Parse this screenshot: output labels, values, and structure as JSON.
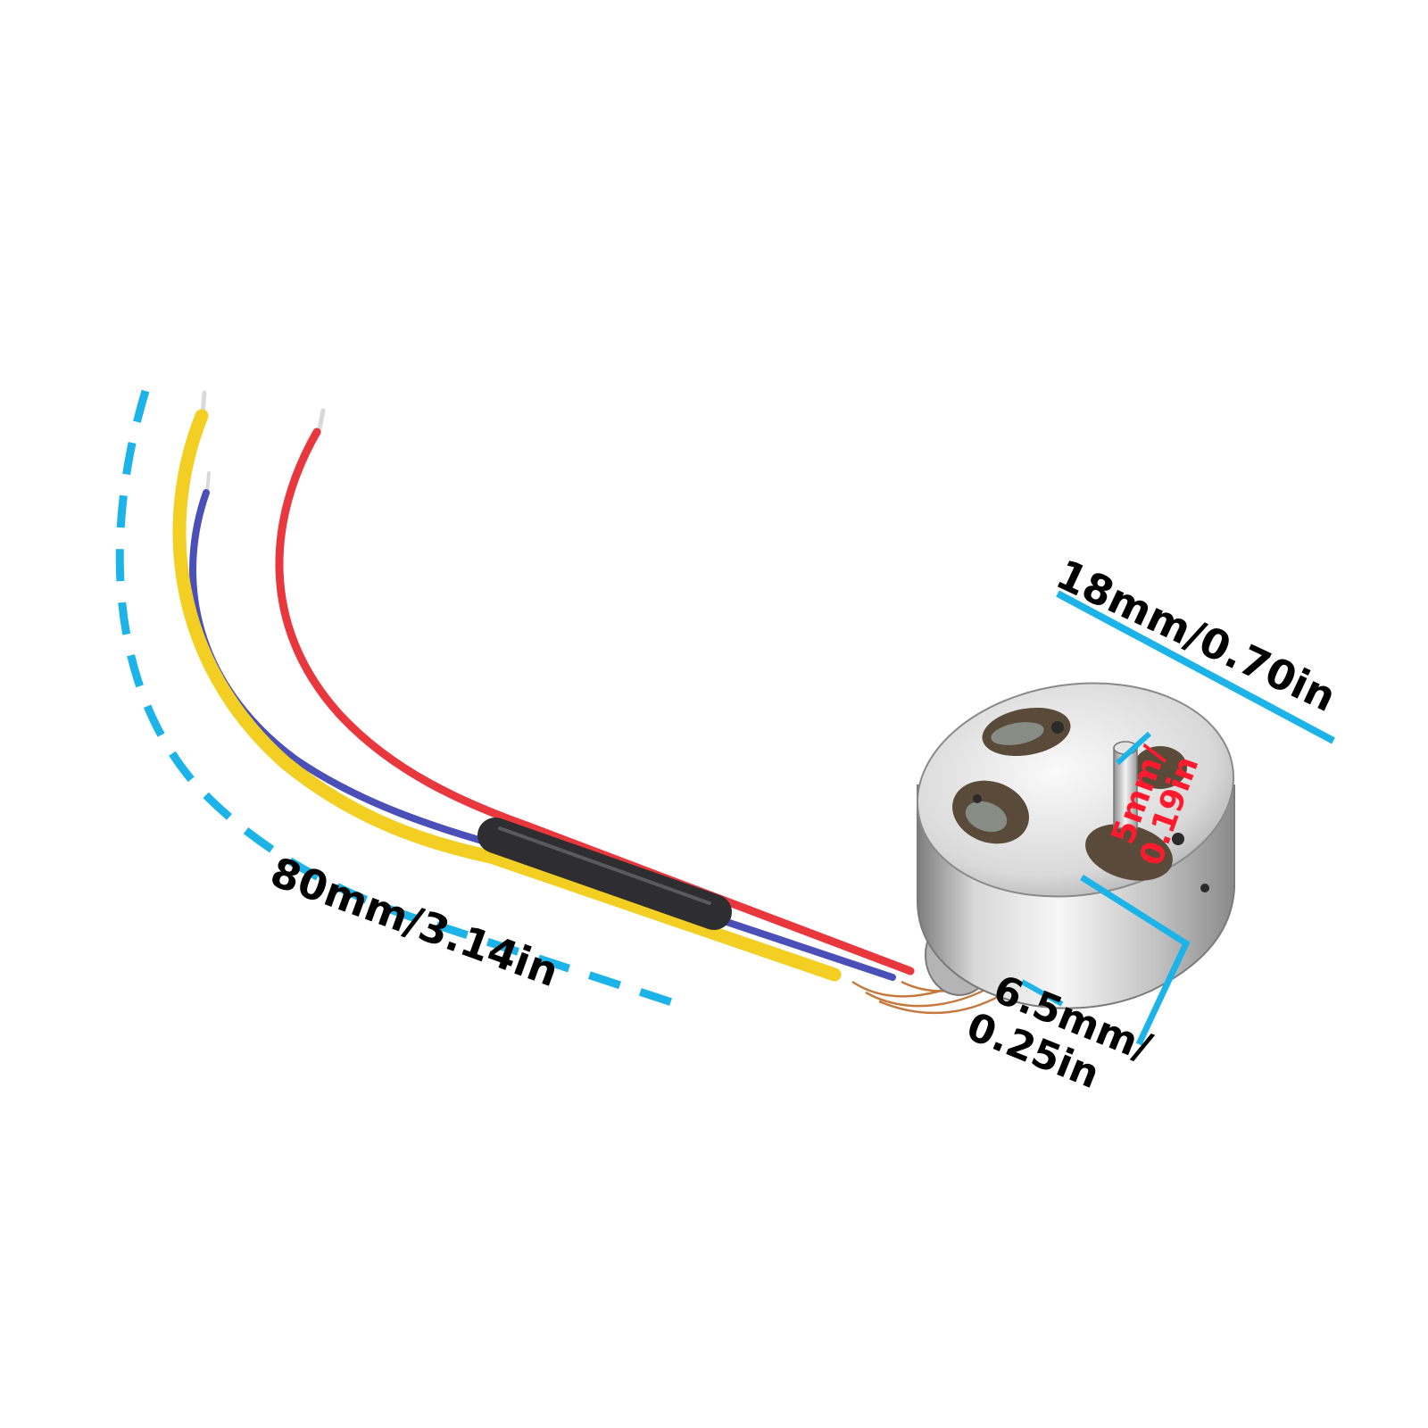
{
  "product": {
    "wire_colors": {
      "yellow": "#f2cf22",
      "blue": "#4b4fb8",
      "red": "#e8383e",
      "sleeve": "#2e2e30",
      "copper": "#c47a3e"
    },
    "motor_colors": {
      "metal_light": "#f1f1f1",
      "metal_mid": "#c9c9c9",
      "metal_dark": "#8d8d8d"
    }
  },
  "dimensions": {
    "lead_length": "80mm/3.14in",
    "motor_diameter": "18mm/0.70in",
    "shaft_line1": "5mm/",
    "shaft_line2": "0.19in",
    "height_line1": "6.5mm/",
    "height_line2": "0.25in"
  },
  "colors": {
    "dimension_line": "#1cb4e8",
    "label_text": "#000000",
    "shaft_label": "#ff1a2e"
  }
}
